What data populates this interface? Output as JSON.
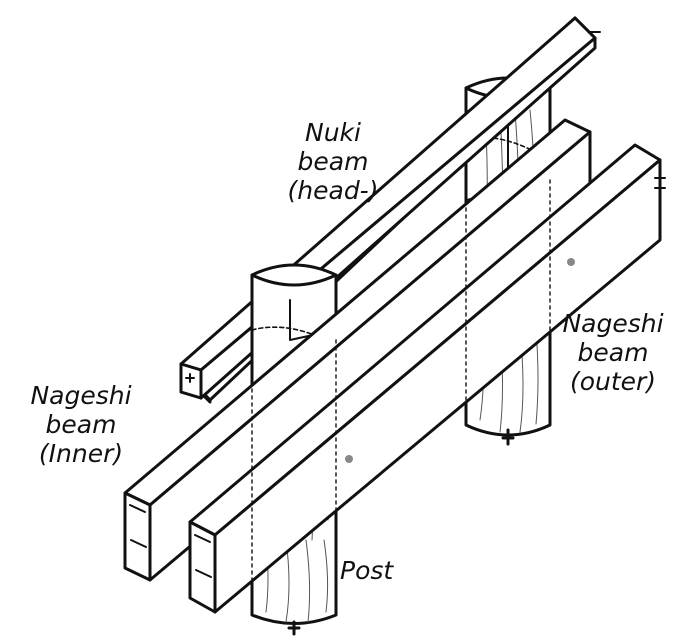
{
  "labels": {
    "nuki": [
      "Nuki",
      "beam",
      "(head-)"
    ],
    "nageshi_inner": [
      "Nageshi",
      "beam",
      "(Inner)"
    ],
    "nageshi_outer": [
      "Nageshi",
      "beam",
      "(outer)"
    ],
    "post": "Post"
  },
  "colors": {
    "stroke": "#111111",
    "fill": "#ffffff",
    "grain": "#555555",
    "marker": "#888888"
  }
}
